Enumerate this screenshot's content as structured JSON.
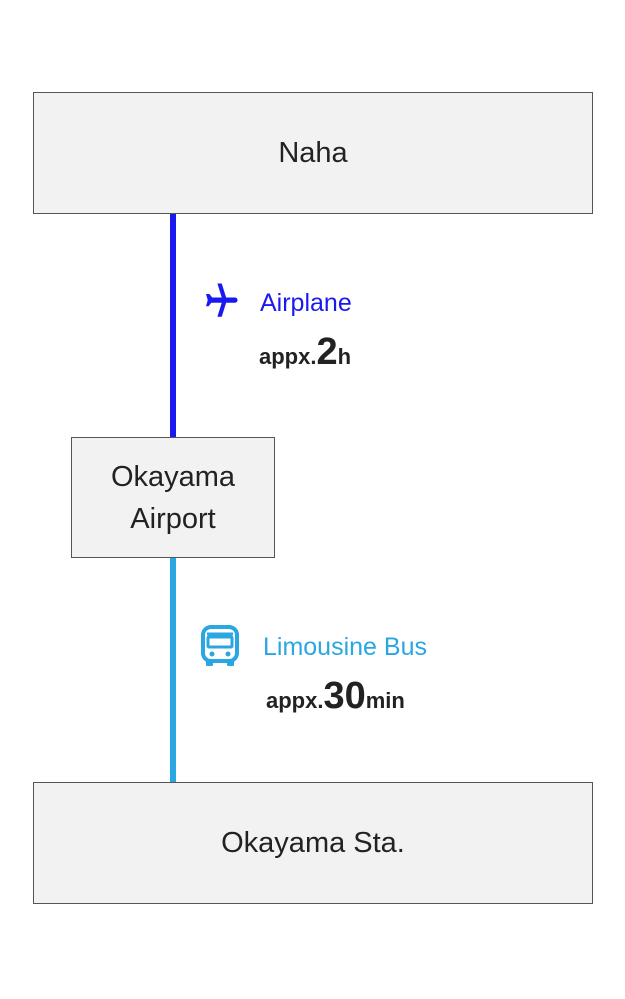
{
  "colors": {
    "airplane": "#1a1af0",
    "bus": "#2aa6e0"
  },
  "stations": {
    "origin": "Naha",
    "airport_line1": "Okayama",
    "airport_line2": "Airport",
    "destination": "Okayama Sta."
  },
  "legs": [
    {
      "mode": "Airplane",
      "icon": "airplane-icon",
      "prefix": "appx.",
      "value": "2",
      "unit": "h"
    },
    {
      "mode": "Limousine Bus",
      "icon": "bus-icon",
      "prefix": "appx.",
      "value": "30",
      "unit": "min"
    }
  ]
}
